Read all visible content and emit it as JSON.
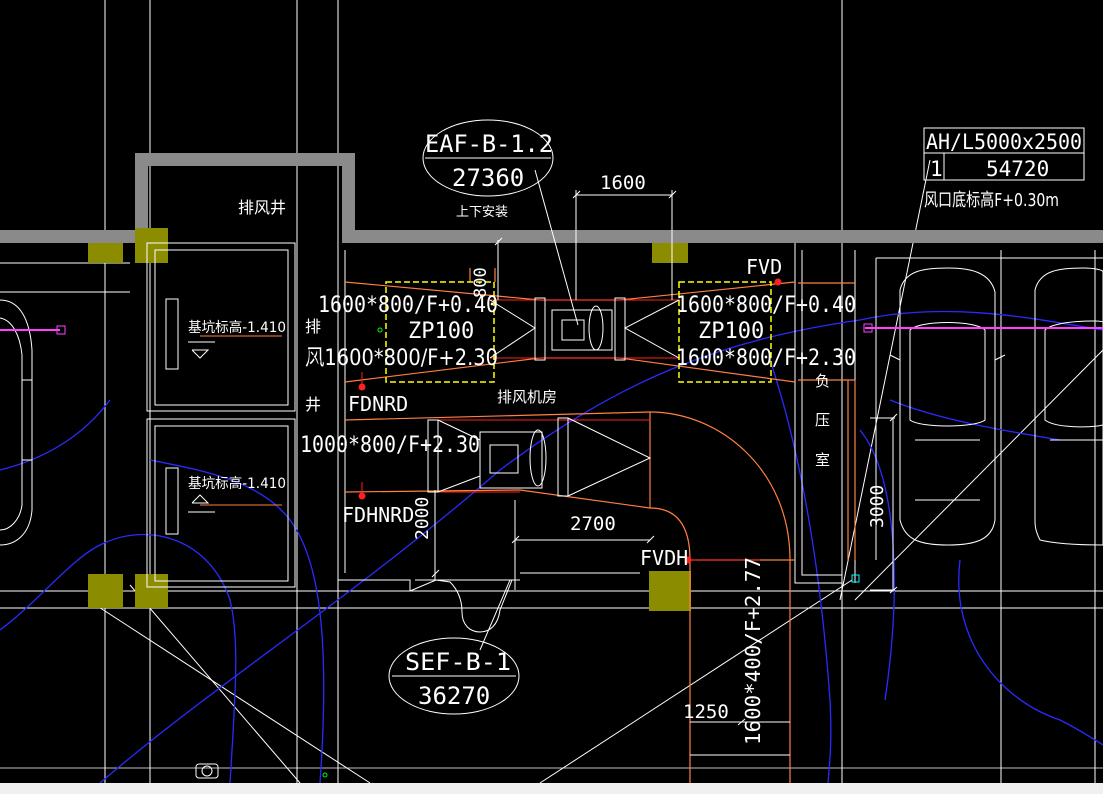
{
  "drawing": {
    "colors": {
      "background": "#000000",
      "wall": "#8a8a8a",
      "column": "#8c8c00",
      "line": "#ffffff",
      "duct": "#ff8040",
      "damper": "#ffff00",
      "blue": "#2a2aff",
      "magenta": "#ff40ff",
      "red": "#ff2020",
      "cyan": "#00ffff",
      "green": "#00ff00"
    },
    "labels": {
      "exhaust_shaft_top": "排风井",
      "up_down_install": "上下安装",
      "exhaust_shaft_vertical": [
        "排",
        "风",
        "井"
      ],
      "fan_room": "排风机房",
      "negative_pressure_room": [
        "负",
        "压",
        "室"
      ],
      "pit_elev_1": "基坑标高-1.410",
      "pit_elev_2": "基坑标高-1.410"
    },
    "equipment": {
      "eaf_tag": "EAF-B-1.2",
      "eaf_flow": "27360",
      "sef_tag": "SEF-B-1",
      "sef_flow": "36270"
    },
    "air_outlet": {
      "size": "AH/L5000x2500",
      "count": "1",
      "flow": "54720",
      "elev": "风口底标高F+0.30m"
    },
    "duct_labels": {
      "upper_left_1": "1600*800/F+0.40",
      "zp_left": "ZP100",
      "upper_left_2": "风1600*800/F+2.30",
      "upper_right_1": "1600*800/F+0.40",
      "zp_right": "ZP100",
      "upper_right_2": "1600*800/F+2.30",
      "lower_duct": "1000*800/F+2.30",
      "vertical_duct": "1600*400/F+2.77",
      "stub": "800"
    },
    "dampers": {
      "fdnrd": "FDNRD",
      "fdhnrd": "FDHNRD",
      "fvd": "FVD",
      "fvdh": "FVDH"
    },
    "dimensions": {
      "d1600": "1600",
      "d2700": "2700",
      "d2000": "2000",
      "d3000": "3000",
      "d1250": "1250"
    }
  }
}
